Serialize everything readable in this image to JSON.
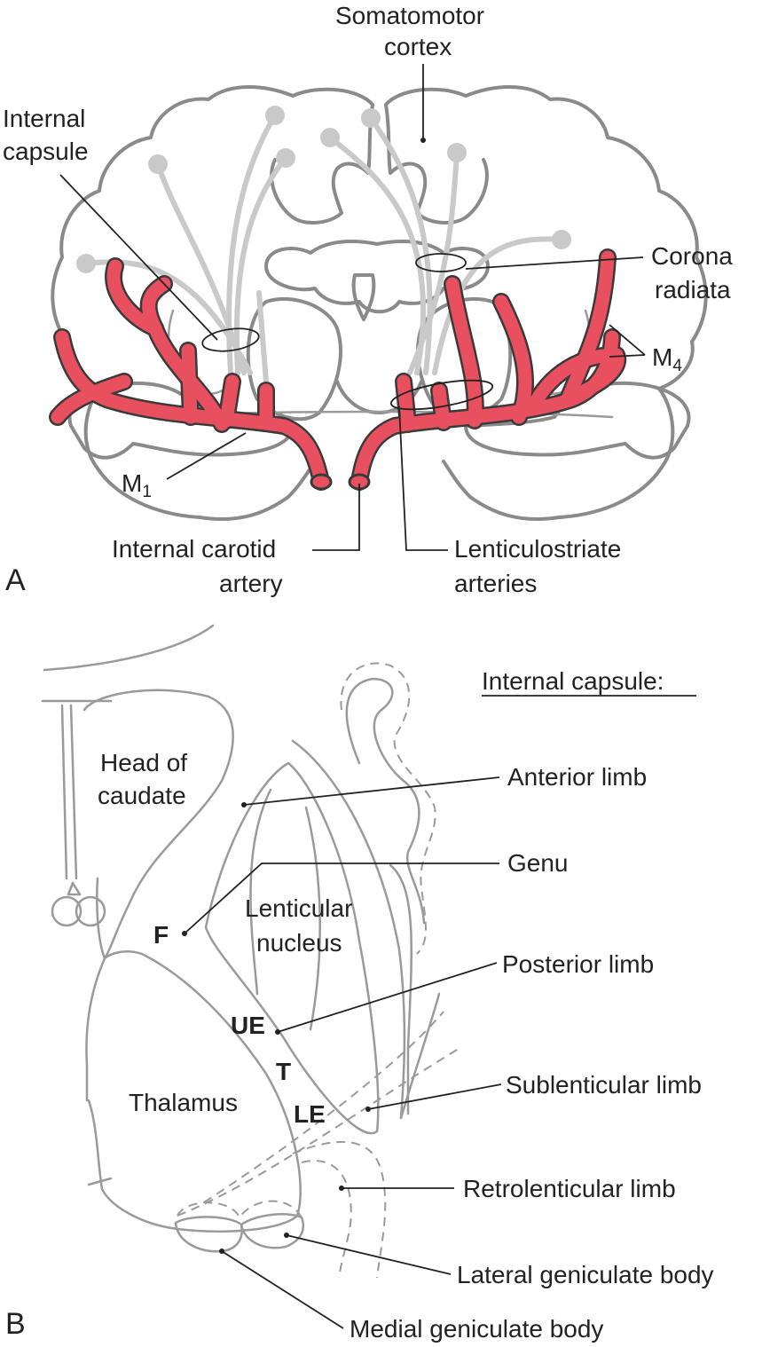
{
  "colors": {
    "artery": "#e8505f",
    "outline": "#8a8a8a",
    "fiber": "#c9c9c9",
    "text": "#222222"
  },
  "panel_a": {
    "letter": "A",
    "labels": {
      "somatomotor_1": "Somatomotor",
      "somatomotor_2": "cortex",
      "internal_capsule_1": "Internal",
      "internal_capsule_2": "capsule",
      "corona_1": "Corona",
      "corona_2": "radiata",
      "m4": "M",
      "m4_sub": "4",
      "m1": "M",
      "m1_sub": "1",
      "ica_1": "Internal carotid",
      "ica_2": "artery",
      "lent_1": "Lenticulostriate",
      "lent_2": "arteries"
    }
  },
  "panel_b": {
    "letter": "B",
    "title": "Internal capsule:",
    "structures": {
      "head_caudate_1": "Head of",
      "head_caudate_2": "caudate",
      "lenticular_1": "Lenticular",
      "lenticular_2": "nucleus",
      "thalamus": "Thalamus"
    },
    "limbs": {
      "anterior": "Anterior limb",
      "genu": "Genu",
      "posterior": "Posterior limb",
      "sublenticular": "Sublenticular limb",
      "retrolenticular": "Retrolenticular limb",
      "lateral_geniculate": "Lateral geniculate body",
      "medial_geniculate": "Medial geniculate body"
    },
    "somatotopy": {
      "face": "F",
      "upper": "UE",
      "trunk": "T",
      "lower": "LE"
    }
  }
}
